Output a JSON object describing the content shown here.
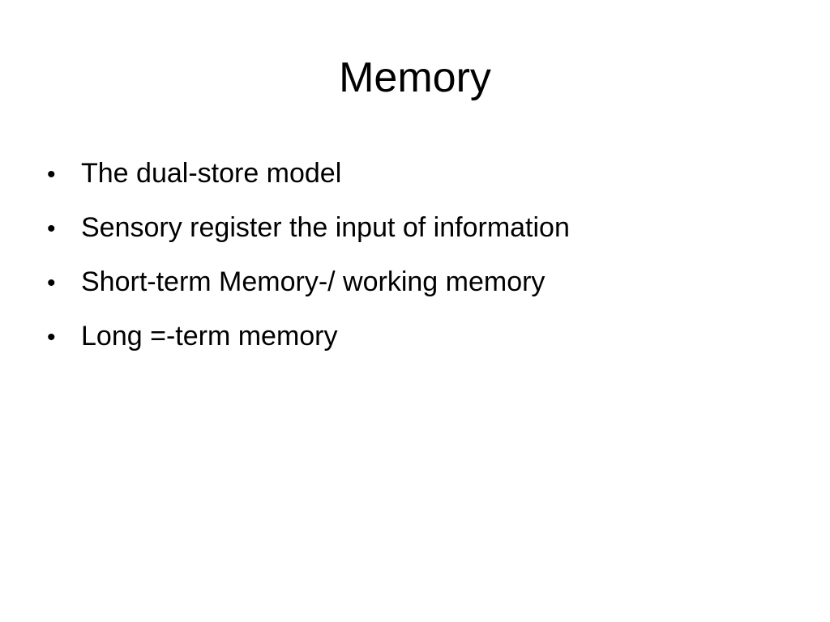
{
  "slide": {
    "title": "Memory",
    "bullet_symbol": "•",
    "bullets": [
      {
        "text": "The dual-store model"
      },
      {
        "text": "Sensory register the input of information"
      },
      {
        "text": "Short-term Memory-/ working memory"
      },
      {
        "text": "Long =-term memory"
      }
    ]
  },
  "colors": {
    "background": "#ffffff",
    "text": "#000000"
  }
}
